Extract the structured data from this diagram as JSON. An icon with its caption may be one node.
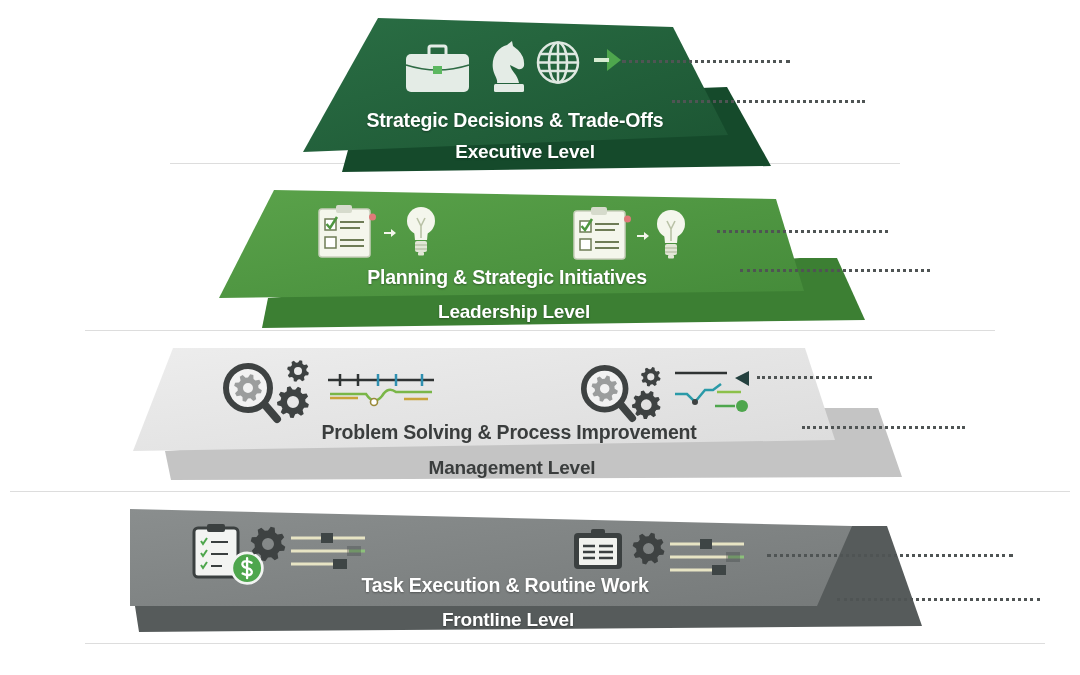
{
  "diagram": {
    "nodes": [
      {
        "text": [
          "Strategic Decisions & Trade-Offs",
          "Executive Level"
        ]
      },
      {
        "text": [
          "Planning & Strategic Initiatives",
          "Leadership Level"
        ]
      },
      {
        "text": [
          "Problem Solving & Process Improvement",
          "Management Level"
        ]
      },
      {
        "text": [
          "Task Execution & Routine Work",
          "Frontline Level"
        ]
      }
    ]
  }
}
